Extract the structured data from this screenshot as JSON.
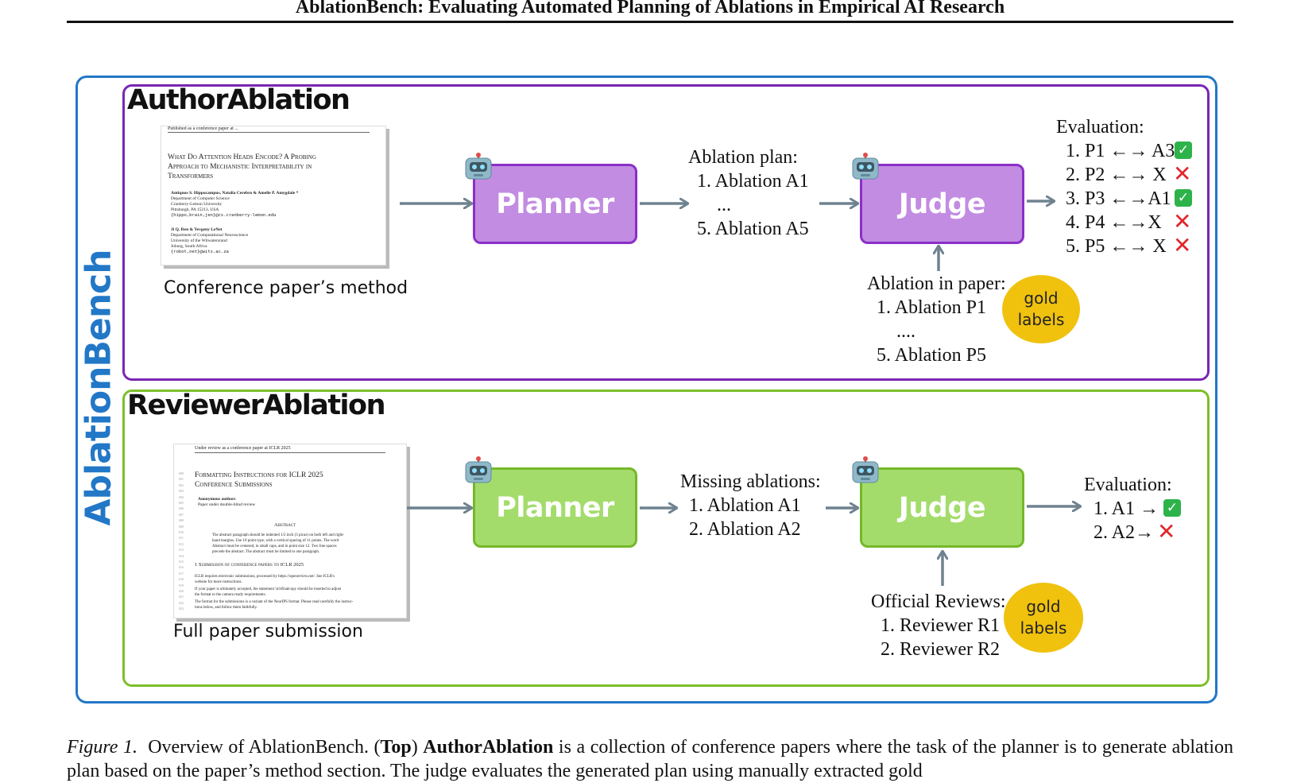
{
  "header": {
    "running_title": "AblationBench: Evaluating Automated Planning of Ablations in Empirical AI Research"
  },
  "figure": {
    "bench_label": "AblationBench",
    "author": {
      "title": "AuthorAblation",
      "paper": {
        "header": "Published as a conference paper at ...",
        "title_lines": [
          "What Do Attention Heads Encode? A Probing",
          "Approach to Mechanistic Interpretability in",
          "Transformers"
        ],
        "author_block_1": [
          "Antiquus S. Hippocampus, Natalia Cerebro & Amelie P. Amygdale *",
          "Department of Computer Science",
          "Cranberry-Lemon University",
          "Pittsburgh, PA 15213, USA",
          "{hippo,brain,jen}@cs.cranberry-lemon.edu"
        ],
        "author_block_2": [
          "Ji Q. Ren & Yevgeny LeNet",
          "Department of Computational Neuroscience",
          "University of the Witwatersrand",
          "Joburg, South Africa",
          "{robot,net}@wits.ac.za"
        ]
      },
      "paper_caption": "Conference paper’s method",
      "planner_label": "Planner",
      "plan_heading": "Ablation plan:",
      "plan_items": [
        "1. Ablation A1",
        "...",
        "5. Ablation A5"
      ],
      "judge_label": "Judge",
      "gold_heading": "Ablation in paper:",
      "gold_items": [
        "1. Ablation P1",
        "....",
        "5. Ablation P5"
      ],
      "gold_badge": [
        "gold",
        "labels"
      ],
      "evaluation_heading": "Evaluation:",
      "evaluation_items": [
        {
          "text": "1. P1 ←→ A3",
          "result": "correct"
        },
        {
          "text": "2. P2 ←→ X",
          "result": "wrong"
        },
        {
          "text": "3. P3 ←→A1",
          "result": "correct"
        },
        {
          "text": "4. P4 ←→X",
          "result": "wrong"
        },
        {
          "text": "5. P5 ←→ X",
          "result": "wrong"
        }
      ]
    },
    "reviewer": {
      "title": "ReviewerAblation",
      "paper": {
        "header": "Under review as a conference paper at ICLR 2025",
        "title_lines": [
          "Formatting Instructions for ICLR 2025",
          "Conference Submissions"
        ],
        "authors": "Anonymous authors",
        "authors_note": "Paper under double-blind review",
        "abstract_heading": "Abstract",
        "abstract_lines": [
          "The abstract paragraph should be indented 1/2 inch (3 picas) on both left and right-",
          "hand margins. Use 10 point type, with a vertical spacing of 11 points. The word",
          "Abstract must be centered, in small caps, and in point size 12. Two line spaces",
          "precede the abstract. The abstract must be limited to one paragraph."
        ],
        "section_heading": "1   Submission of conference papers to ICLR 2025",
        "body_lines": [
          "ICLR requires electronic submissions, processed by https://openreview.net/. See ICLR's",
          "website for more instructions.",
          "If your paper is ultimately accepted, the statement \\iclrfinalcopy should be inserted to adjust",
          "the format to the camera ready requirements.",
          "The format for the submissions is a variant of the NeurIPS format. Please read carefully the instruc-",
          "tions below, and follow them faithfully."
        ],
        "line_numbers": [
          "000",
          "001",
          "002",
          "003",
          "004",
          "005",
          "006",
          "007",
          "008",
          "009",
          "010",
          "011",
          "012",
          "013",
          "014",
          "015",
          "016",
          "017",
          "018",
          "019",
          "020",
          "021",
          "022",
          "023"
        ]
      },
      "paper_caption": "Full paper submission",
      "planner_label": "Planner",
      "missing_heading": "Missing ablations:",
      "missing_items": [
        "1. Ablation A1",
        "2. Ablation A2"
      ],
      "judge_label": "Judge",
      "gold_heading": "Official Reviews:",
      "gold_items": [
        "1. Reviewer R1",
        "2. Reviewer R2"
      ],
      "gold_badge": [
        "gold",
        "labels"
      ],
      "evaluation_heading": "Evaluation:",
      "evaluation_items": [
        {
          "text": "1. A1 →",
          "result": "correct"
        },
        {
          "text": "2. A2→",
          "result": "wrong"
        }
      ]
    },
    "icons": {
      "robot": "robot-icon",
      "correct": "check-mark-icon",
      "wrong": "cross-mark-icon",
      "arrow": "arrow-right-icon"
    },
    "colors": {
      "bench_border": "#2277c7",
      "author_border": "#7a26b3",
      "author_node_fill": "#c28ce2",
      "reviewer_border": "#7cbf2a",
      "reviewer_node_fill": "#a4dc6c",
      "arrow": "#6f8290",
      "gold": "#f0c20e",
      "check": "#2db34a",
      "cross": "#e2262b"
    }
  },
  "caption": {
    "label": "Figure 1.",
    "text_1": "Overview of AblationBench. (",
    "bold_top": "Top",
    "text_2": ") ",
    "bold_author": "AuthorAblation",
    "text_3": " is a collection of conference papers where the task of the planner is to generate ablation plan based on the paper’s method section. The judge evaluates the generated plan using manually extracted gold"
  }
}
